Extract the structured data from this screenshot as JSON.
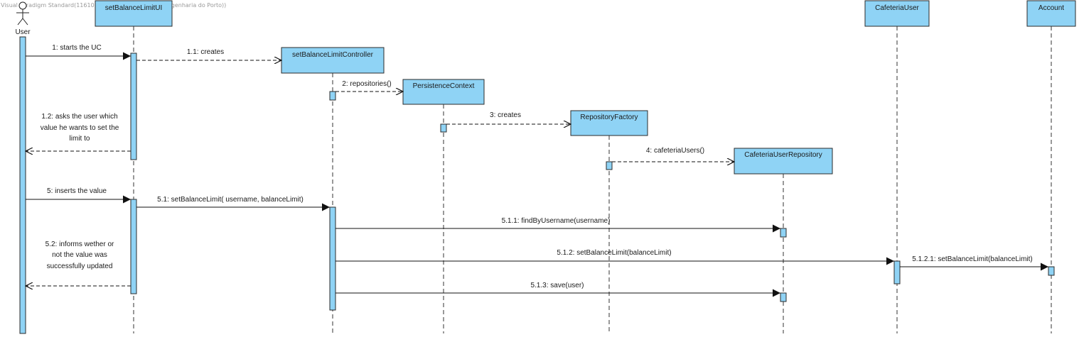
{
  "watermark": "Visual Paradigm Standard(1161016(Instituto Superior de Engenharia do Porto))",
  "actor": {
    "name": "User"
  },
  "participants": {
    "ui": "setBalanceLimitUI",
    "controller": "setBalanceLimitController",
    "persistence": "PersistenceContext",
    "factory": "RepositoryFactory",
    "repository": "CafeteriaUserRepository",
    "cafeteria_user": "CafeteriaUser",
    "account": "Account"
  },
  "messages": {
    "m1": "1: starts the UC",
    "m1_1": "1.1: creates",
    "m2": "2: repositories()",
    "m3": "3: creates",
    "m4": "4: cafeteriaUsers()",
    "m1_2": [
      "1.2: asks the user which",
      "value he wants to set the",
      "limit to"
    ],
    "m5": "5: inserts the value",
    "m5_1": "5.1: setBalanceLimit( username, balanceLimit)",
    "m5_1_1": "5.1.1: findByUsername(username)",
    "m5_1_2": "5.1.2: setBalanceLimit(balanceLimit)",
    "m5_1_2_1": "5.1.2.1: setBalanceLimit(balanceLimit)",
    "m5_2": [
      "5.2: informs wether or",
      "not the value was",
      "successfully updated"
    ],
    "m5_1_3": "5.1.3: save(user)"
  },
  "colors": {
    "box_fill": "#8fd3f5",
    "line": "#2b2b2b"
  }
}
